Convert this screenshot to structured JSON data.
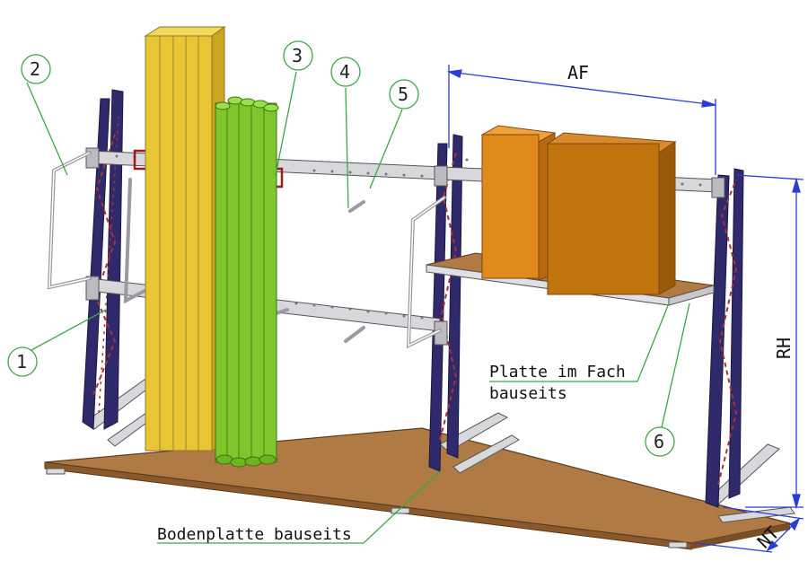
{
  "callouts": [
    {
      "id": "1",
      "label": "1"
    },
    {
      "id": "2",
      "label": "2"
    },
    {
      "id": "3",
      "label": "3"
    },
    {
      "id": "4",
      "label": "4"
    },
    {
      "id": "5",
      "label": "5"
    },
    {
      "id": "6",
      "label": "6"
    }
  ],
  "dimensions": {
    "af": "AF",
    "rh": "RH",
    "nt": "NT"
  },
  "notes": {
    "shelf_line1": "Platte im Fach",
    "shelf_line2": "bauseits",
    "floor": "Bodenplatte bauseits"
  },
  "colors": {
    "frame": "#2e2a6b",
    "frame_accent": "#b03030",
    "timber": "#e8c534",
    "pipes": "#7dc62b",
    "boxes": "#d9861a",
    "board": "#b07a45",
    "leader": "#3aa845",
    "dimension": "#2a3cd8",
    "steel": "#c8c8cc"
  }
}
